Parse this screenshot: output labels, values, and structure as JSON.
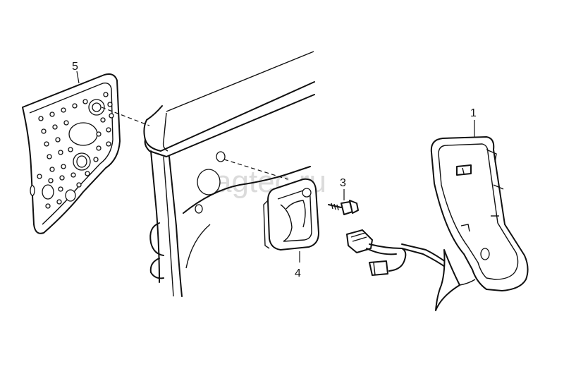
{
  "watermark": "vagtec.ru",
  "callouts": {
    "c1": "1",
    "c3": "3",
    "c4": "4",
    "c5": "5"
  }
}
